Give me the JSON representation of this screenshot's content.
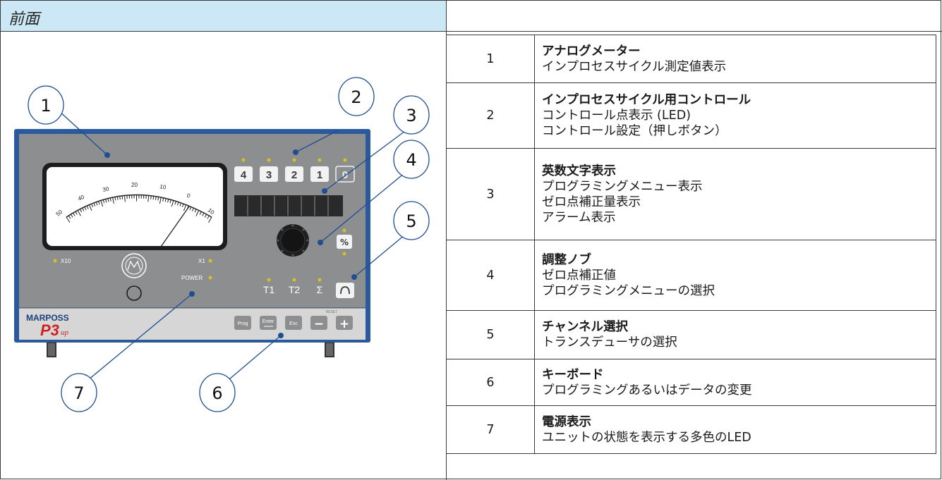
{
  "header": {
    "title": "前面"
  },
  "items": [
    {
      "number": "1",
      "title": "アナログメーター",
      "lines": [
        "インプロセスサイクル測定値表示"
      ]
    },
    {
      "number": "2",
      "title": "インプロセスサイクル用コントロール",
      "lines": [
        "コントロール点表示 (LED)",
        "コントロール設定（押しボタン）"
      ]
    },
    {
      "number": "3",
      "title": "英数文字表示",
      "lines": [
        "プログラミングメニュー表示",
        "ゼロ点補正量表示",
        "アラーム表示"
      ]
    },
    {
      "number": "4",
      "title": "調整ノブ",
      "lines": [
        "ゼロ点補正値",
        "プログラミングメニューの選択"
      ]
    },
    {
      "number": "5",
      "title": "チャンネル選択",
      "lines": [
        "トランスデューサの選択"
      ]
    },
    {
      "number": "6",
      "title": "キーボード",
      "lines": [
        "プログラミングあるいはデータの変更"
      ]
    },
    {
      "number": "7",
      "title": "電源表示",
      "lines": [
        "ユニットの状態を表示する多色のLED"
      ]
    }
  ],
  "device": {
    "brand": "MARPOSS",
    "model": "P3",
    "model_suffix": "up",
    "meter_scale": [
      "50",
      "40",
      "30",
      "20",
      "10",
      "0",
      "10"
    ],
    "range_low": "X10",
    "range_high": "X1",
    "power_label": "POWER",
    "control_buttons": [
      "4",
      "3",
      "2",
      "1",
      "0"
    ],
    "channel_labels": [
      "T1",
      "T2",
      "Σ"
    ],
    "keys": [
      "Prog",
      "Enter",
      "Esc",
      "−",
      "+"
    ],
    "reset_label": "RESET",
    "callouts": [
      "1",
      "2",
      "3",
      "4",
      "5",
      "6",
      "7"
    ],
    "colors": {
      "panel": "#8c8e90",
      "frame": "#2a5a9c",
      "led": "#d8c020",
      "band": "#cce8f6"
    }
  }
}
